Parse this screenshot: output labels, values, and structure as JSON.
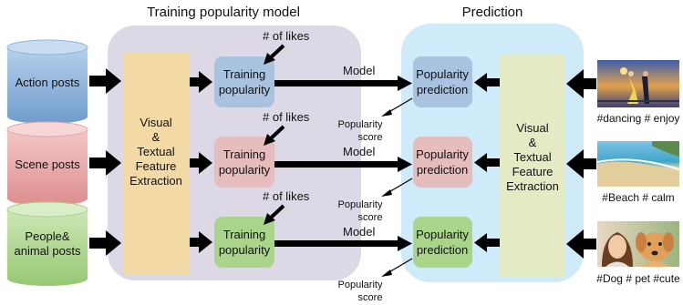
{
  "headings": {
    "training": "Training popularity model",
    "prediction": "Prediction"
  },
  "posts": {
    "action": "Action posts",
    "scene": "Scene posts",
    "people_line1": "People&",
    "people_line2": "animal posts"
  },
  "feature_extraction": {
    "line1": "Visual",
    "line2": "&",
    "line3": "Textual",
    "line4": "Feature",
    "line5": "Extraction"
  },
  "training_box": {
    "line1": "Training",
    "line2": "popularity"
  },
  "prediction_box": {
    "line1": "Popularity",
    "line2": "prediction"
  },
  "likes_label": "# of likes",
  "model_label": "Model",
  "score_label": {
    "line1": "Popularity",
    "line2": "score"
  },
  "image_captions": {
    "dancing": "#dancing # enjoy",
    "beach": "#Beach # calm",
    "dog": "#Dog # pet #cute"
  },
  "colors": {
    "action": "#7BA7D6",
    "scene": "#E8A3A3",
    "people": "#A9D48A",
    "train_panel": "#DDD8E6",
    "predict_panel": "#CFEAF8",
    "feature_box": "#F3D9A4",
    "feature_box_right": "#E2EBC3"
  }
}
